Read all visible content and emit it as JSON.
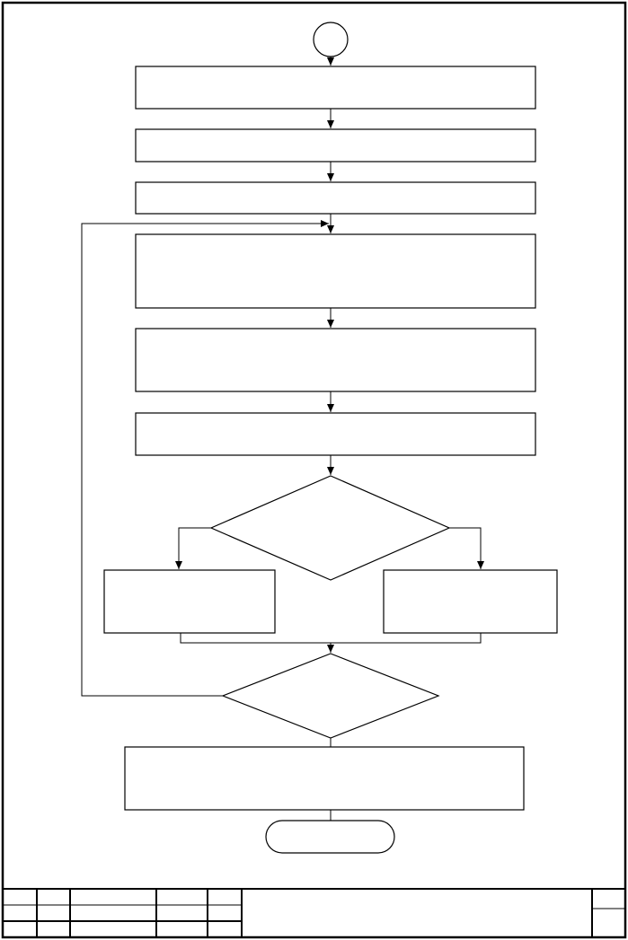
{
  "flowchart": {
    "nodes": [
      {
        "id": "start",
        "shape": "circle",
        "text": ""
      },
      {
        "id": "step-1",
        "shape": "process",
        "text": ""
      },
      {
        "id": "step-2",
        "shape": "process",
        "text": ""
      },
      {
        "id": "step-3",
        "shape": "process",
        "text": ""
      },
      {
        "id": "step-4",
        "shape": "process",
        "text": ""
      },
      {
        "id": "step-5",
        "shape": "process",
        "text": ""
      },
      {
        "id": "step-6",
        "shape": "process",
        "text": ""
      },
      {
        "id": "decision-1",
        "shape": "decision",
        "text": ""
      },
      {
        "id": "branch-left",
        "shape": "process",
        "text": ""
      },
      {
        "id": "branch-right",
        "shape": "process",
        "text": ""
      },
      {
        "id": "decision-2",
        "shape": "decision",
        "text": ""
      },
      {
        "id": "step-final",
        "shape": "process",
        "text": ""
      },
      {
        "id": "end",
        "shape": "terminator",
        "text": ""
      }
    ]
  },
  "title_block": {
    "label": ""
  }
}
